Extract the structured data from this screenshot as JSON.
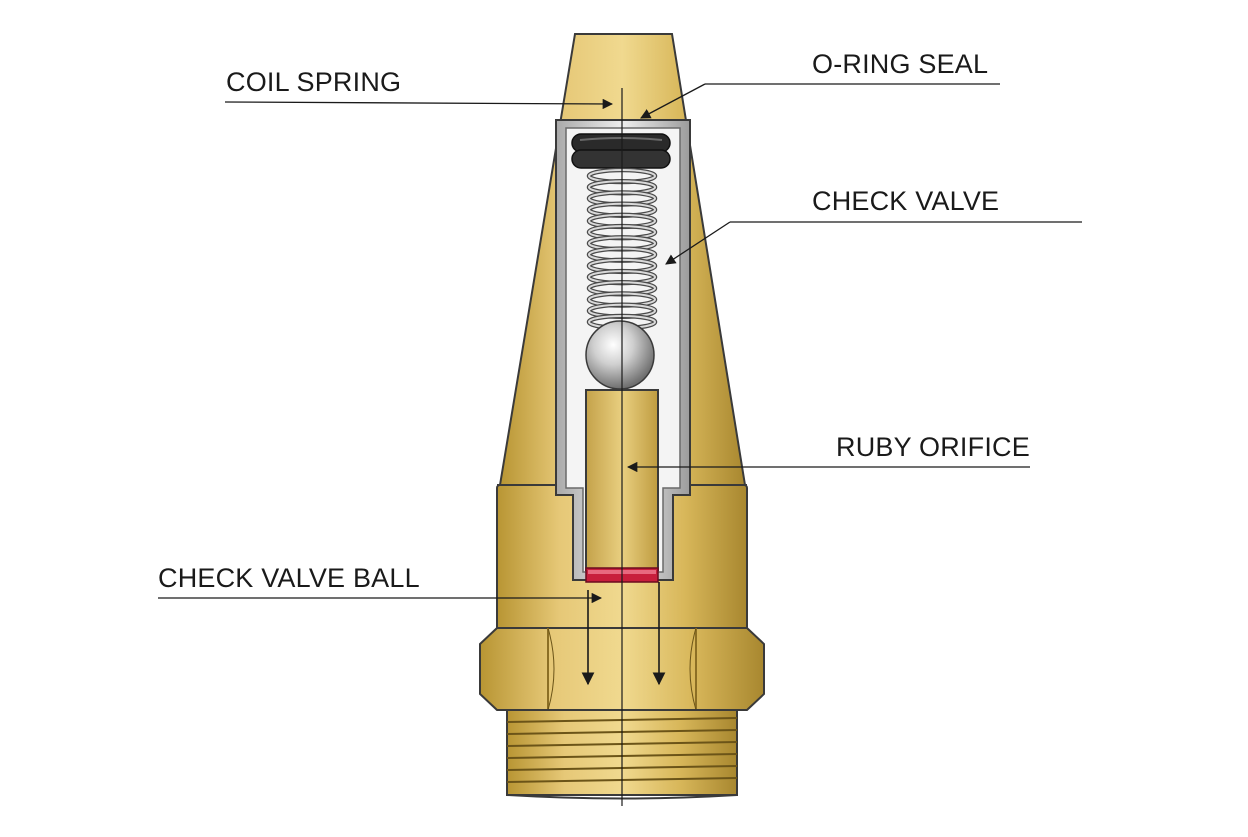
{
  "labels": {
    "coil_spring": "COIL SPRING",
    "o_ring_seal": "O-RING SEAL",
    "check_valve": "CHECK VALVE",
    "ruby_orifice": "RUBY ORIFICE",
    "check_valve_ball": "CHECK VALVE BALL"
  },
  "colors": {
    "brass": "#d8b75a",
    "brass_light": "#f2dc93",
    "brass_dark": "#a88a35",
    "steel": "#c9c9c9",
    "oring": "#2a2a2a",
    "ruby": "#c81e3c",
    "line": "#1a1a1a"
  }
}
